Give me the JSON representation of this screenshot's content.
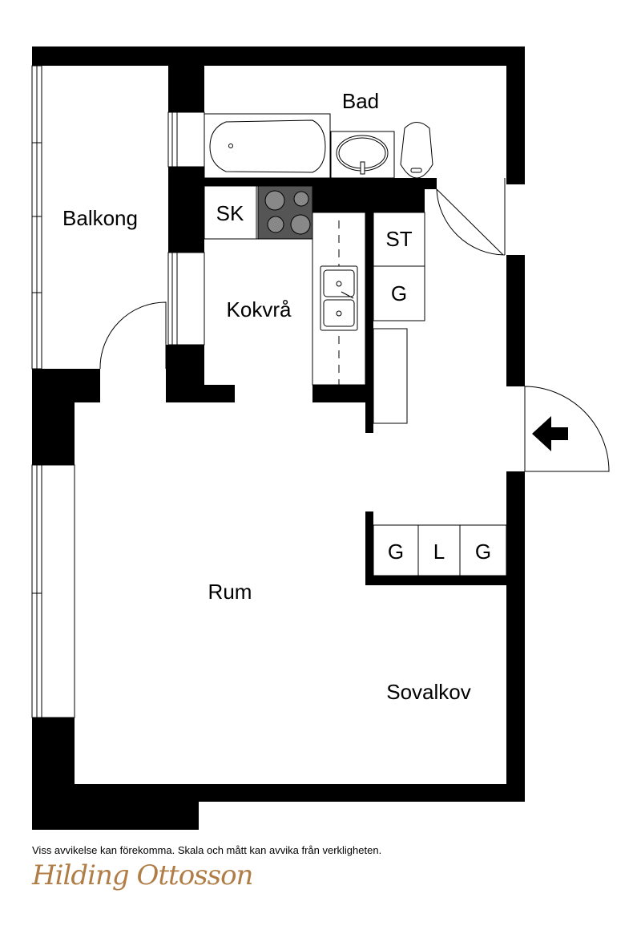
{
  "rooms": {
    "bad": "Bad",
    "balkong": "Balkong",
    "sk": "SK",
    "kokvra": "Kokvrå",
    "st": "ST",
    "g1": "G",
    "rum": "Rum",
    "sovalkov": "Sovalkov",
    "wardrobe": [
      "G",
      "L",
      "G"
    ]
  },
  "footer": {
    "disclaimer": "Viss avvikelse kan förekomma. Skala och mått kan avvika från verkligheten.",
    "logo": "Hilding Ottosson"
  },
  "colors": {
    "wall": "#000000",
    "stove": "#555555",
    "logo": "#b07d47"
  }
}
